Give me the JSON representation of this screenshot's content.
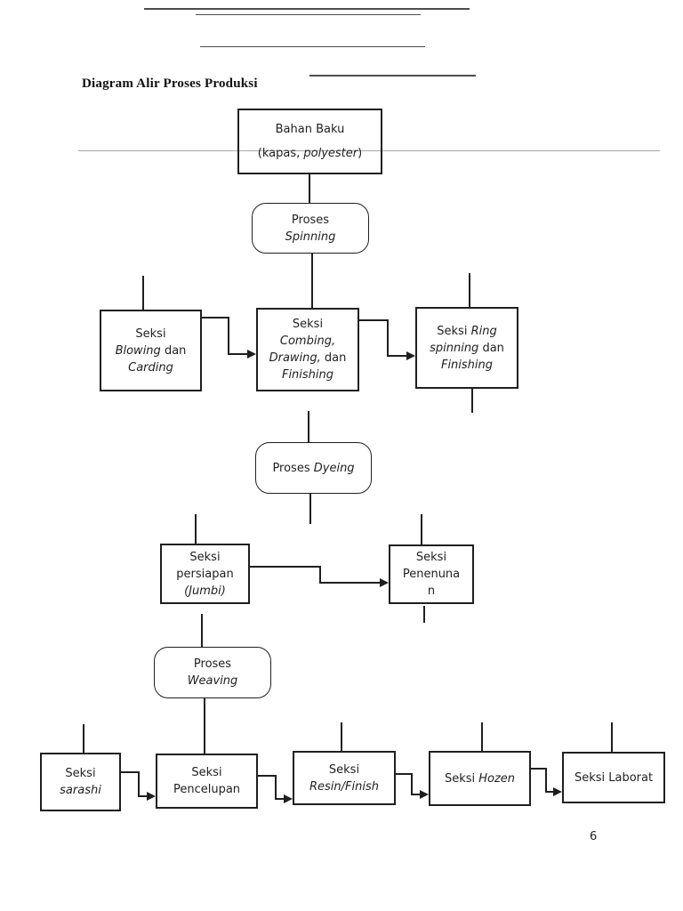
{
  "colors": {
    "ink": "#1f1f1f",
    "rule": "#4d4d4d",
    "faint": "#a8a8a8"
  },
  "page": {
    "title": "Diagram Alir Proses Produksi",
    "page_number": "6"
  },
  "diagram": {
    "nodes": {
      "bahan_baku": {
        "type": "rect",
        "label_parts": [
          {
            "text": "Bahan Baku"
          },
          {
            "br": true
          },
          {
            "text": "(kapas, "
          },
          {
            "text": "polyester",
            "italic": true
          },
          {
            "text": ")"
          }
        ]
      },
      "proses_spinning": {
        "type": "rounded",
        "label_parts": [
          {
            "text": "Proses"
          },
          {
            "br": true
          },
          {
            "text": "Spinning",
            "italic": true
          }
        ]
      },
      "seksi_blowing_carding": {
        "type": "rect",
        "label_parts": [
          {
            "text": "Seksi"
          },
          {
            "br": true
          },
          {
            "text": "Blowing",
            "italic": true
          },
          {
            "text": " dan"
          },
          {
            "br": true
          },
          {
            "text": "Carding",
            "italic": true
          }
        ]
      },
      "seksi_combing_drawing_finishing": {
        "type": "rect",
        "label_parts": [
          {
            "text": "Seksi"
          },
          {
            "br": true
          },
          {
            "text": "Combing,",
            "italic": true
          },
          {
            "br": true
          },
          {
            "text": "Drawing,",
            "italic": true
          },
          {
            "text": " dan"
          },
          {
            "br": true
          },
          {
            "text": "Finishing",
            "italic": true
          }
        ]
      },
      "seksi_ring_spinning_finishing": {
        "type": "rect",
        "label_parts": [
          {
            "text": "Seksi "
          },
          {
            "text": "Ring",
            "italic": true
          },
          {
            "br": true
          },
          {
            "text": "spinning",
            "italic": true
          },
          {
            "text": " dan"
          },
          {
            "br": true
          },
          {
            "text": "Finishing",
            "italic": true
          }
        ]
      },
      "proses_dyeing": {
        "type": "rounded",
        "label_parts": [
          {
            "text": "Proses "
          },
          {
            "text": "Dyeing",
            "italic": true
          }
        ]
      },
      "seksi_persiapan_jumbi": {
        "type": "rect",
        "label_parts": [
          {
            "text": "Seksi"
          },
          {
            "br": true
          },
          {
            "text": "persiapan"
          },
          {
            "br": true
          },
          {
            "text": "(Jumbi)",
            "italic": true
          }
        ]
      },
      "seksi_penenunan": {
        "type": "rect",
        "label_parts": [
          {
            "text": "Seksi"
          },
          {
            "br": true
          },
          {
            "text": "Penenuna"
          },
          {
            "br": true
          },
          {
            "text": "n"
          }
        ]
      },
      "proses_weaving": {
        "type": "rounded",
        "label_parts": [
          {
            "text": "Proses"
          },
          {
            "br": true
          },
          {
            "text": "Weaving",
            "italic": true
          }
        ]
      },
      "seksi_sarashi": {
        "type": "rect",
        "label_parts": [
          {
            "text": "Seksi"
          },
          {
            "br": true
          },
          {
            "text": "sarashi",
            "italic": true
          }
        ]
      },
      "seksi_pencelupan": {
        "type": "rect",
        "label_parts": [
          {
            "text": "Seksi"
          },
          {
            "br": true
          },
          {
            "text": "Pencelupan"
          }
        ]
      },
      "seksi_resin_finish": {
        "type": "rect",
        "label_parts": [
          {
            "text": "Seksi"
          },
          {
            "br": true
          },
          {
            "text": "Resin/Finish",
            "italic": true
          }
        ]
      },
      "seksi_hozen": {
        "type": "rect",
        "label_parts": [
          {
            "text": "Seksi "
          },
          {
            "text": "Hozen",
            "italic": true
          }
        ]
      },
      "seksi_laborat": {
        "type": "rect",
        "label_parts": [
          {
            "text": "Seksi Laborat"
          }
        ]
      }
    },
    "edges": [
      {
        "from": "bahan_baku",
        "to": "proses_spinning",
        "arrow": false
      },
      {
        "from": "proses_spinning",
        "to": "seksi_combing_drawing_finishing",
        "arrow": false
      },
      {
        "from": "seksi_blowing_carding",
        "to": "seksi_combing_drawing_finishing",
        "arrow": true
      },
      {
        "from": "seksi_combing_drawing_finishing",
        "to": "seksi_ring_spinning_finishing",
        "arrow": true
      },
      {
        "from": "seksi_combing_drawing_finishing",
        "to": "proses_dyeing",
        "arrow": false
      },
      {
        "from": "proses_dyeing",
        "to": "seksi_persiapan_jumbi",
        "arrow": false
      },
      {
        "from": "seksi_persiapan_jumbi",
        "to": "seksi_penenunan",
        "arrow": true
      },
      {
        "from": "seksi_persiapan_jumbi",
        "to": "proses_weaving",
        "arrow": false
      },
      {
        "from": "proses_weaving",
        "to": "seksi_pencelupan",
        "arrow": false
      },
      {
        "from": "seksi_sarashi",
        "to": "seksi_pencelupan",
        "arrow": true
      },
      {
        "from": "seksi_pencelupan",
        "to": "seksi_resin_finish",
        "arrow": true
      },
      {
        "from": "seksi_resin_finish",
        "to": "seksi_hozen",
        "arrow": true
      },
      {
        "from": "seksi_hozen",
        "to": "seksi_laborat",
        "arrow": true
      }
    ]
  }
}
